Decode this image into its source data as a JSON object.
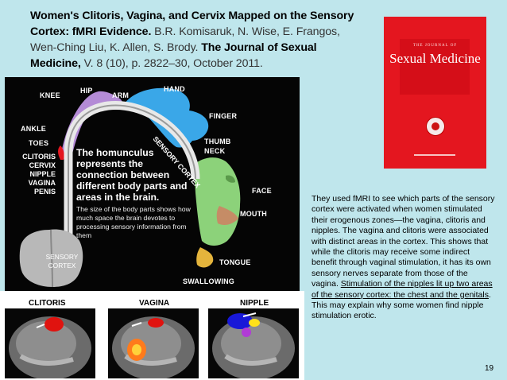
{
  "citation": {
    "title": "Women's Clitoris, Vagina, and Cervix Mapped on the Sensory Cortex: fMRI Evidence.",
    "authors": "B.R. Komisaruk, N. Wise, E. Frangos, Wen-Ching Liu, K. Allen, S. Brody.",
    "journal": "The Journal of Sexual Medicine,",
    "details": "V. 8 (10), p. 2822–30, October 2011."
  },
  "cover": {
    "journal_top": "THE JOURNAL OF",
    "journal_name": "Sexual Medicine",
    "color": "#e4161f"
  },
  "diagram": {
    "body_labels": {
      "knee": "KNEE",
      "hip": "HIP",
      "arm": "ARM",
      "hand": "HAND",
      "finger": "FINGER",
      "thumb": "THUMB",
      "neck": "NECK",
      "face": "FACE",
      "mouth": "MOUTH",
      "tongue": "TONGUE",
      "swallowing": "SWALLOWING",
      "ankle": "ANKLE",
      "toes": "TOES"
    },
    "stack_labels": [
      "CLITORIS",
      "CERVIX",
      "NIPPLE",
      "VAGINA",
      "PENIS"
    ],
    "arc_label": "SENSORY CORTEX",
    "note_main": "The homunculus represents the connection between different body parts and areas in the brain.",
    "note_sub": "The size of the body parts shows how much space the brain devotes to processing sensory information from them",
    "brain_label_line1": "SENSORY",
    "brain_label_line2": "CORTEX"
  },
  "scans": {
    "labels": [
      "CLITORIS",
      "VAGINA",
      "NIPPLE"
    ]
  },
  "body_text": {
    "plain": "They used fMRI to see which parts of the sensory cortex were activated when women stimulated their erogenous zones—the vagina, clitoris and nipples. The vagina and clitoris were associated with distinct areas in the cortex. This shows that while the clitoris may receive some indirect benefit through vaginal stimulation, it has its own sensory nerves separate from those of the vagina.",
    "underlined": "Stimulation of the nipples lit up two areas of the sensory cortex: the chest and the genitals",
    "tail": ". This may explain why some women find nipple stimulation erotic."
  },
  "page_number": "19"
}
